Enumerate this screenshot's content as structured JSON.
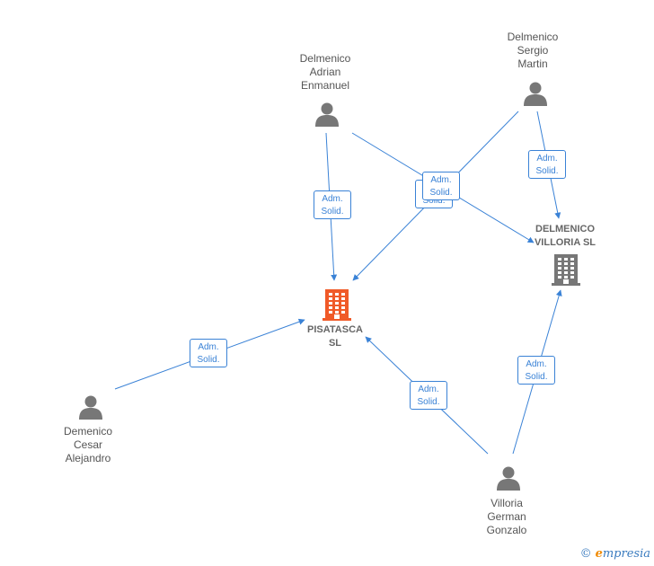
{
  "diagram": {
    "nodes": [
      {
        "id": "adrian",
        "kind": "person",
        "label": "Delmenico\nAdrian\nEnmanuel"
      },
      {
        "id": "sergio",
        "kind": "person",
        "label": "Delmenico\nSergio\nMartin"
      },
      {
        "id": "cesar",
        "kind": "person",
        "label": "Demenico\nCesar\nAlejandro"
      },
      {
        "id": "villoria",
        "kind": "person",
        "label": "Villoria\nGerman\nGonzalo"
      },
      {
        "id": "pisatasca",
        "kind": "company",
        "label": "PISATASCA\nSL",
        "color": "#f05a28"
      },
      {
        "id": "delmenico_villoria",
        "kind": "company",
        "label": "DELMENICO\nVILLORIA SL",
        "color": "#777777"
      }
    ],
    "edges": [
      {
        "from": "adrian",
        "to": "pisatasca",
        "label": "Adm.\nSolid."
      },
      {
        "from": "adrian",
        "to": "delmenico_villoria",
        "label": "Adm.\nSolid."
      },
      {
        "from": "sergio",
        "to": "pisatasca",
        "label": "Adm.\nSolid."
      },
      {
        "from": "sergio",
        "to": "delmenico_villoria",
        "label": "Adm.\nSolid."
      },
      {
        "from": "cesar",
        "to": "pisatasca",
        "label": "Adm.\nSolid."
      },
      {
        "from": "villoria",
        "to": "pisatasca",
        "label": "Adm.\nSolid."
      },
      {
        "from": "villoria",
        "to": "delmenico_villoria",
        "label": "Adm.\nSolid."
      }
    ]
  },
  "colors": {
    "edge": "#3a82d6",
    "person": "#777777"
  },
  "watermark": {
    "symbol": "©",
    "brand_initial": "e",
    "brand_rest": "mpresia"
  }
}
